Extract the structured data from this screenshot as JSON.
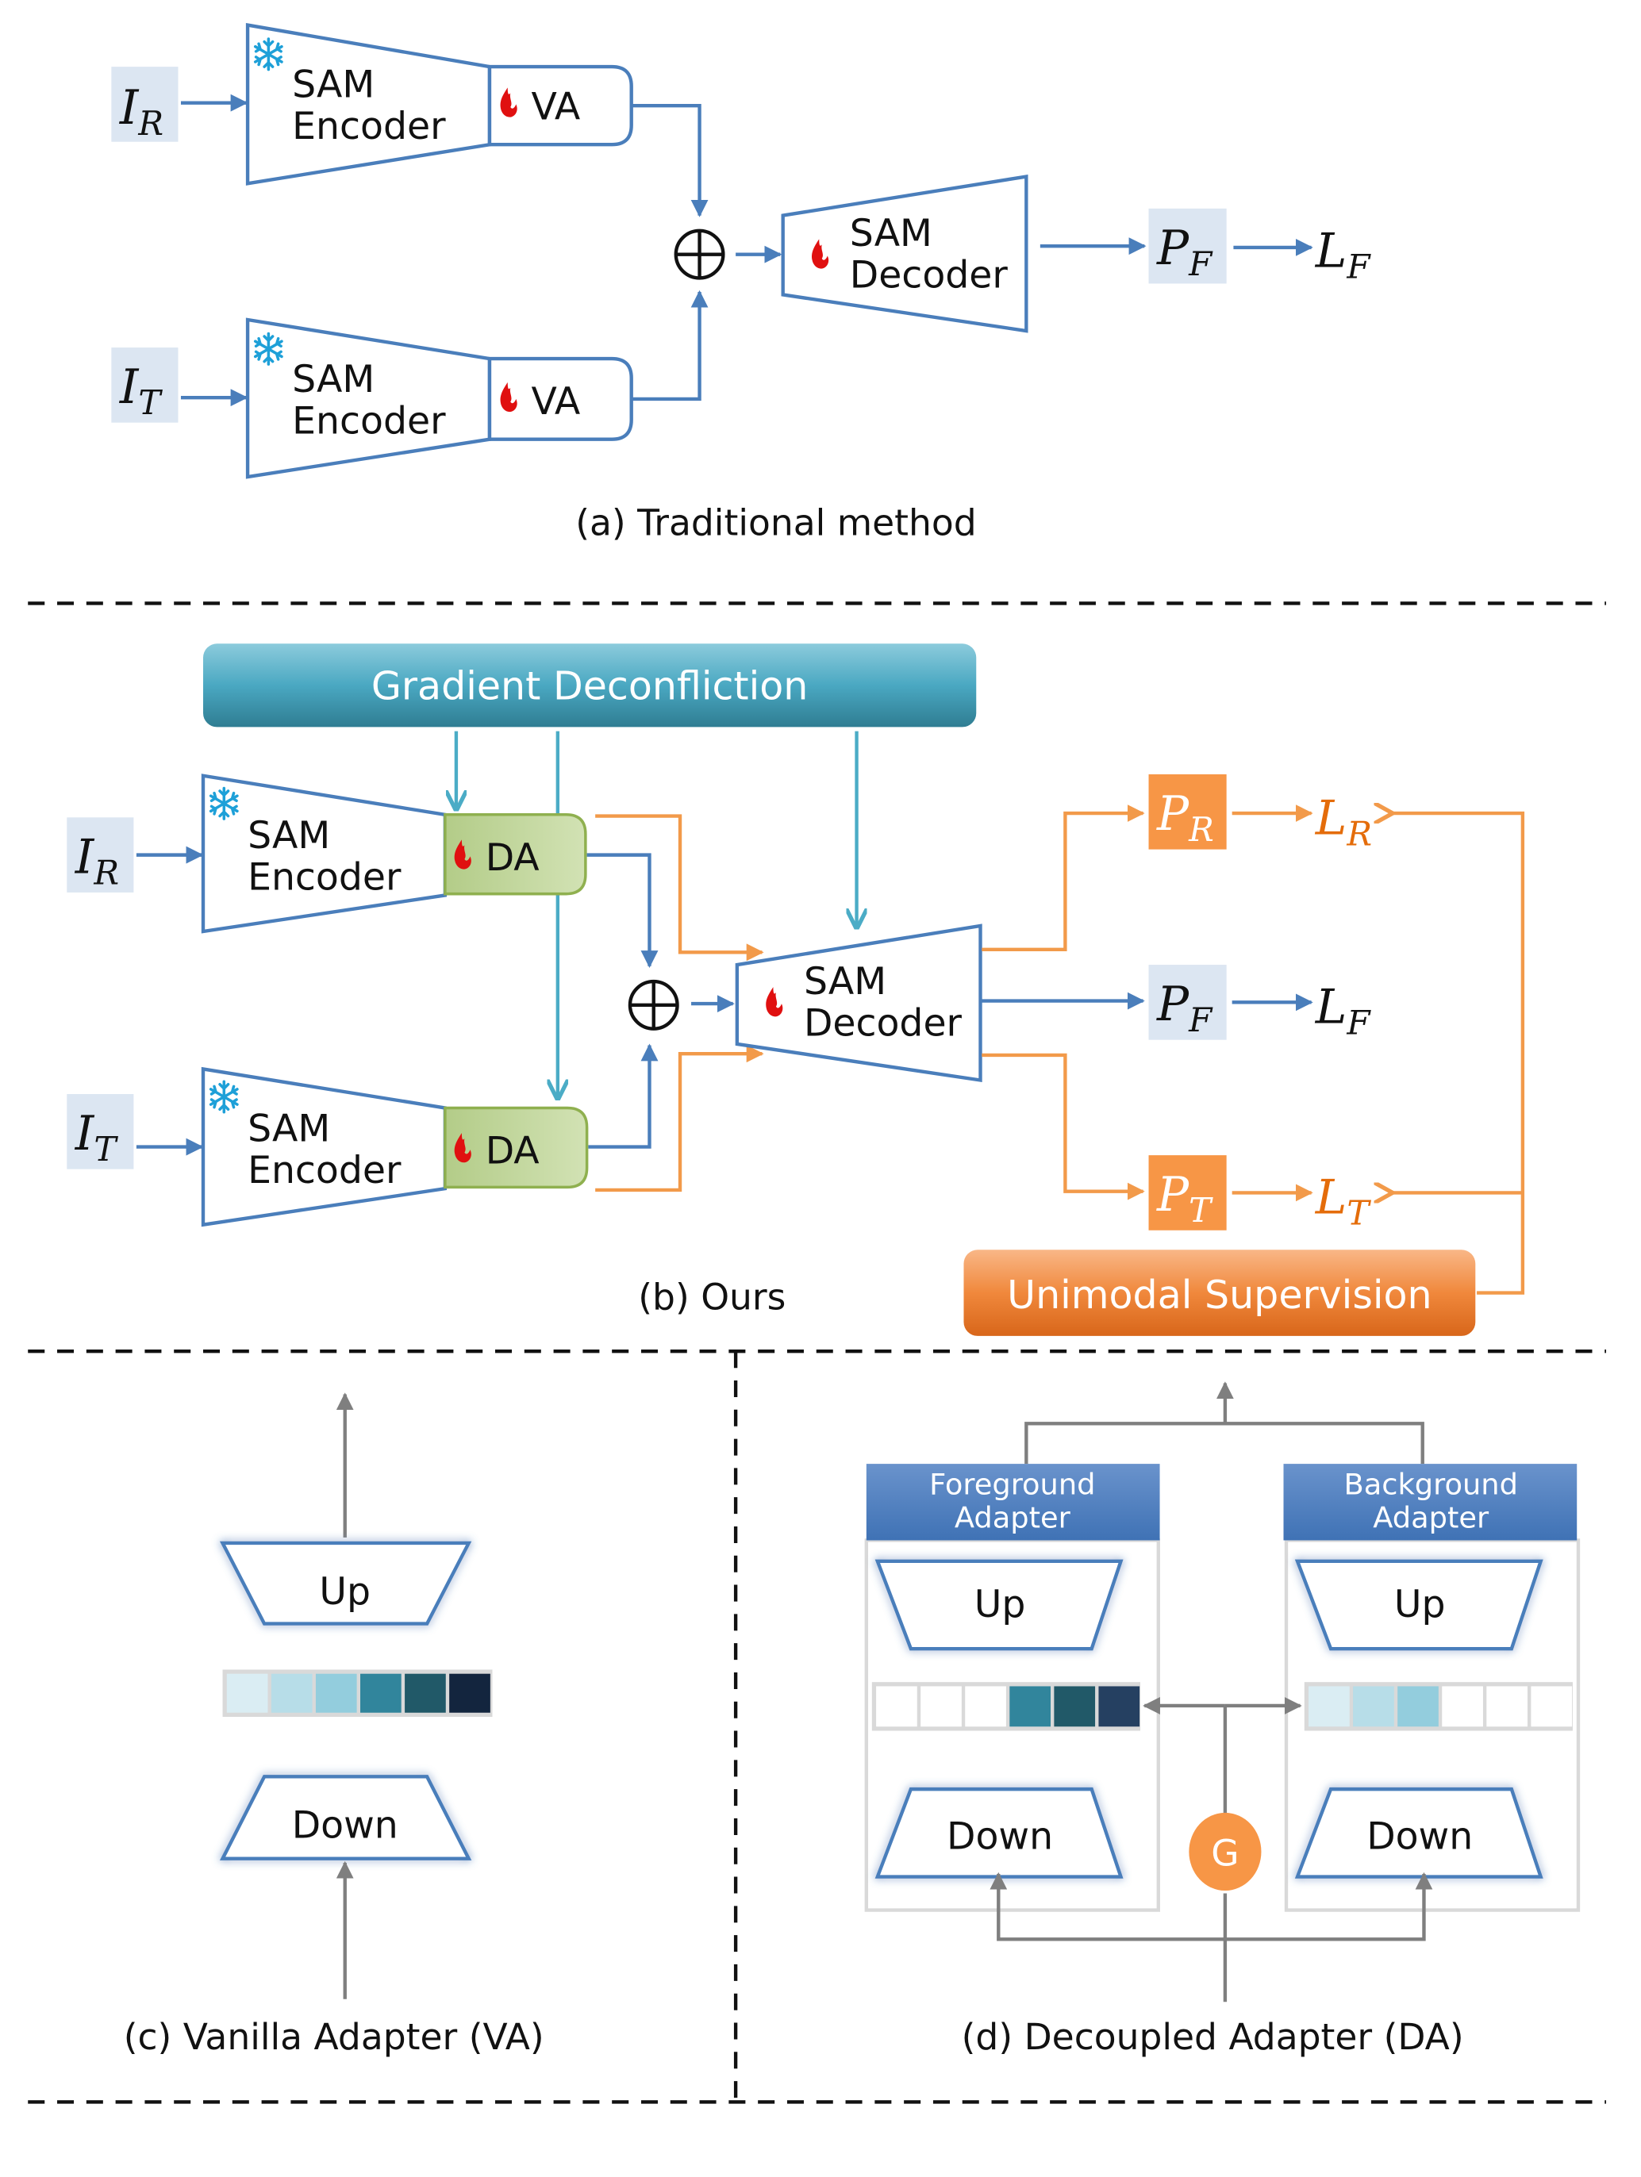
{
  "figure": {
    "panel_a": {
      "caption": "(a) Traditional method",
      "inputs": [
        {
          "base": "I",
          "sub": "R"
        },
        {
          "base": "I",
          "sub": "T"
        }
      ],
      "encoder_label_line1": "SAM",
      "encoder_label_line2": "Encoder",
      "adapter_label": "VA",
      "fusion_symbol": "⊕",
      "decoder_label_line1": "SAM",
      "decoder_label_line2": "Decoder",
      "prediction": {
        "base": "P",
        "sub": "F"
      },
      "loss": {
        "base": "L",
        "sub": "F"
      }
    },
    "panel_b": {
      "caption": "(b) Ours",
      "gradient_bar_label": "Gradient Deconfliction",
      "inputs": [
        {
          "base": "I",
          "sub": "R"
        },
        {
          "base": "I",
          "sub": "T"
        }
      ],
      "encoder_label_line1": "SAM",
      "encoder_label_line2": "Encoder",
      "adapter_label": "DA",
      "fusion_symbol": "⊕",
      "decoder_label_line1": "SAM",
      "decoder_label_line2": "Decoder",
      "predictions": [
        {
          "base": "P",
          "sub": "R",
          "loss_base": "L",
          "loss_sub": "R"
        },
        {
          "base": "P",
          "sub": "F",
          "loss_base": "L",
          "loss_sub": "F"
        },
        {
          "base": "P",
          "sub": "T",
          "loss_base": "L",
          "loss_sub": "T"
        }
      ],
      "supervision_label": "Unimodal Supervision"
    },
    "panel_c": {
      "caption": "(c) Vanilla Adapter (VA)",
      "up_label": "Up",
      "down_label": "Down",
      "feature_cells": [
        "#daedf3",
        "#b7dde8",
        "#93cddd",
        "#31859c",
        "#215968",
        "#13253e"
      ]
    },
    "panel_d": {
      "caption": "(d) Decoupled Adapter (DA)",
      "foreground_title_line1": "Foreground",
      "foreground_title_line2": "Adapter",
      "background_title_line1": "Background",
      "background_title_line2": "Adapter",
      "up_label": "Up",
      "down_label": "Down",
      "gate_label": "G",
      "foreground_cells": [
        "#ffffff",
        "#ffffff",
        "#ffffff",
        "#31859c",
        "#215968",
        "#254061"
      ],
      "background_cells": [
        "#daedf3",
        "#b7dde8",
        "#93cddd",
        "#ffffff",
        "#ffffff",
        "#ffffff"
      ]
    },
    "icons": {
      "frozen": "snowflake-icon",
      "trainable": "flame-icon"
    },
    "colors": {
      "primary_blue": "#4a7ebb",
      "gradient_teal": "#4bacc6",
      "supervision_orange": "#f29a4a",
      "loss_orange": "#e46c0a",
      "input_box": "#dce6f2",
      "adapter_green": "#c3d69b",
      "gate_orange": "#f79646"
    }
  }
}
